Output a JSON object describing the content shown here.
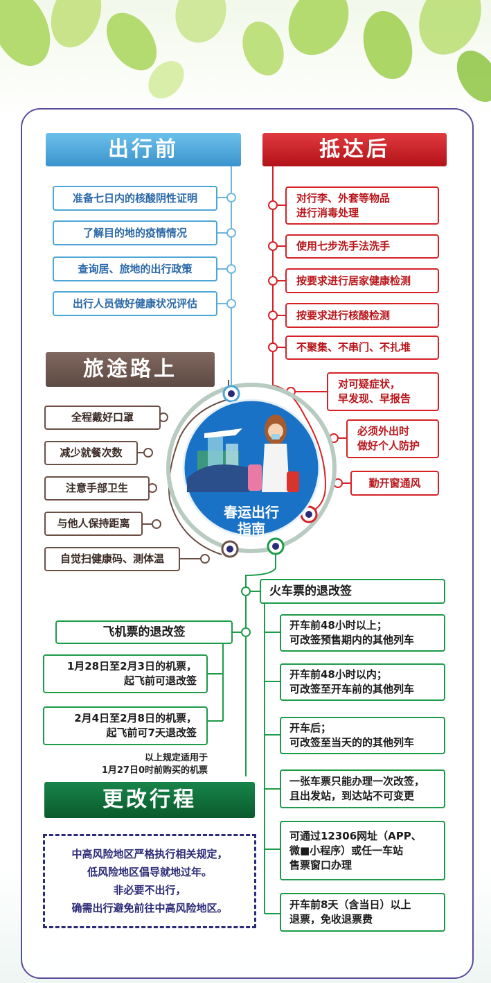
{
  "colors": {
    "before": "#46a3d8",
    "after": "#c8161d",
    "journey": "#6b5851",
    "change": "#0d6b35",
    "green_line": "#1c9b48",
    "notice": "#2b2a78"
  },
  "before": {
    "title": "出行前",
    "items": [
      "准备七日内的核酸阴性证明",
      "了解目的地的疫情情况",
      "查询居、旅地的出行政策",
      "出行人员做好健康状况评估"
    ]
  },
  "after": {
    "title": "抵达后",
    "items": [
      "对行李、外套等物品\n进行消毒处理",
      "使用七步洗手法洗手",
      "按要求进行居家健康检测",
      "按要求进行核酸检测",
      "不聚集、不串门、不扎堆",
      "对可疑症状，\n早发现、早报告",
      "必须外出时\n做好个人防护",
      "勤开窗通风"
    ]
  },
  "journey": {
    "title": "旅途路上",
    "items": [
      "全程戴好口罩",
      "减少就餐次数",
      "注意手部卫生",
      "与他人保持距离",
      "自觉扫健康码、测体温"
    ]
  },
  "center": {
    "title": "春运出行\n指南"
  },
  "flight": {
    "title": "飞机票的退改签",
    "items": [
      "1月28日至2月3日的机票，\n起飞前可退改签",
      "2月4日至2月8日的机票，\n起飞前可7天退改签"
    ],
    "note": "以上规定适用于\n1月27日0时前购买的机票"
  },
  "train": {
    "title": "火车票的退改签",
    "items": [
      "开车前48小时以上；\n可改签预售期内的其他列车",
      "开车前48小时以内；\n可改签至开车前的其他列车",
      "开车后；\n可改签至当天的的其他列车",
      "一张车票只能办理一次改签，\n且出发站，到达站不可变更",
      "可通过12306网址（APP、\n微■小程序）或任一车站\n售票窗口办理",
      "开车前8天（含当日）以上\n退票，免收退票费"
    ]
  },
  "change": {
    "title": "更改行程"
  },
  "notice": {
    "text": "中高风险地区严格执行相关规定，\n低风险地区倡导就地过年。\n非必要不出行，\n确需出行避免前往中高风险地区。"
  }
}
